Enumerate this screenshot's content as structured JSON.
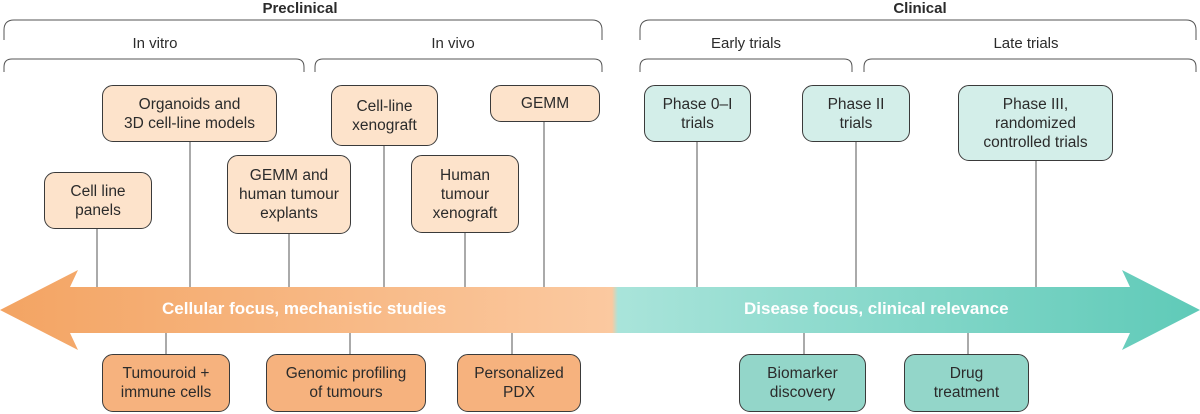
{
  "headers": {
    "preclinical": "Preclinical",
    "clinical": "Clinical"
  },
  "subheaders": {
    "in_vitro": "In vitro",
    "in_vivo": "In vivo",
    "early_trials": "Early trials",
    "late_trials": "Late trials"
  },
  "arrow": {
    "left_label": "Cellular focus, mechanistic studies",
    "right_label": "Disease focus, clinical relevance",
    "left_color": "#f3a463",
    "right_color": "#5fcab8"
  },
  "preclinical_models": {
    "cell_line_panels": "Cell line\npanels",
    "organoids": "Organoids and\n3D cell-line models",
    "gemm_explants": "GEMM and\nhuman tumour\nexplants",
    "cell_line_xenograft": "Cell-line\nxenograft",
    "human_xenograft": "Human\ntumour\nxenograft",
    "gemm": "GEMM"
  },
  "clinical_trials": {
    "phase_0_1": "Phase 0–I\ntrials",
    "phase_2": "Phase II\ntrials",
    "phase_3": "Phase III,\nrandomized\ncontrolled trials"
  },
  "preclinical_applications": {
    "tumouroid": "Tumouroid +\nimmune cells",
    "genomic_profiling": "Genomic profiling\nof tumours",
    "personalized_pdx": "Personalized\nPDX"
  },
  "clinical_applications": {
    "biomarker": "Biomarker\ndiscovery",
    "drug_treatment": "Drug\ntreatment"
  }
}
